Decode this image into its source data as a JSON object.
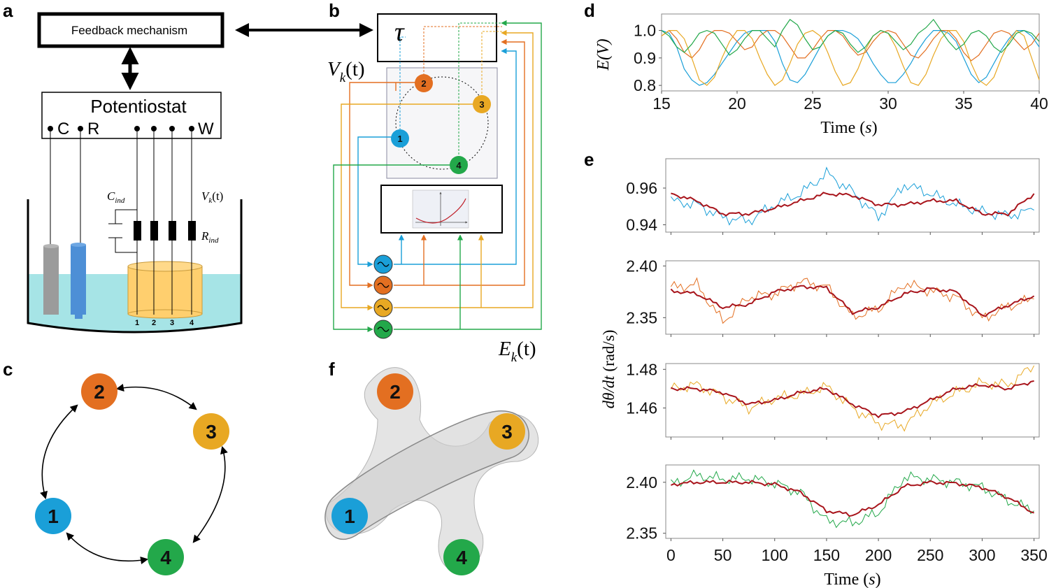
{
  "panel_labels": [
    "a",
    "b",
    "c",
    "d",
    "e",
    "f"
  ],
  "colors": {
    "node1": "#1a9fd8",
    "node2": "#e36f21",
    "node3": "#e8a823",
    "node4": "#23a84a",
    "avg": "#a8141b",
    "liquid": "#a6e4e6",
    "electrode": "#ffcf6e"
  },
  "nodes": [
    {
      "id": "1",
      "color": "#1a9fd8"
    },
    {
      "id": "2",
      "color": "#e36f21"
    },
    {
      "id": "3",
      "color": "#e8a823"
    },
    {
      "id": "4",
      "color": "#23a84a"
    }
  ],
  "panel_a": {
    "feedback_label": "Feedback mechanism",
    "potentiostat_label": "Potentiostat",
    "terminal_C": "C",
    "terminal_R": "R",
    "terminal_W": "W",
    "c_ind": "C",
    "c_ind_sub": "ind",
    "r_ind": "R",
    "r_ind_sub": "ind",
    "vk_main": "V",
    "vk_sub": "k",
    "vk_arg": "(t)",
    "wire_numbers": [
      "1",
      "2",
      "3",
      "4"
    ]
  },
  "panel_b": {
    "tau": "τ",
    "vk_main": "V",
    "vk_sub": "k",
    "vk_arg": "(t)",
    "ek_main": "E",
    "ek_sub": "k",
    "ek_arg": "(t)"
  },
  "chart_data": [
    {
      "type": "line",
      "panel": "d",
      "xlabel": "Time (s)",
      "ylabel": "E(V)",
      "xlim": [
        15,
        40
      ],
      "ylim": [
        0.78,
        1.06
      ],
      "xticks": [
        15,
        20,
        25,
        30,
        35,
        40
      ],
      "yticks": [
        0.8,
        0.9,
        1.0
      ],
      "series": [
        {
          "color": "#1a9fd8",
          "x": [
            15,
            15.5,
            16,
            16.5,
            17,
            17.5,
            18,
            18.5,
            19,
            19.5,
            20,
            20.5,
            21,
            21.5,
            22,
            22.5,
            23,
            23.5,
            24,
            24.5,
            25,
            25.5,
            26,
            26.5,
            27,
            27.5,
            28,
            28.5,
            29,
            29.5,
            30,
            30.5,
            31,
            31.5,
            32,
            32.5,
            33,
            33.5,
            34,
            34.5,
            35,
            35.5,
            36,
            36.5,
            37,
            37.5,
            38,
            38.5,
            39,
            39.5,
            40
          ],
          "y": [
            1.0,
            0.99,
            0.94,
            0.86,
            0.82,
            0.8,
            0.81,
            0.84,
            0.88,
            0.92,
            0.96,
            0.99,
            1.0,
            1.0,
            1.0,
            0.96,
            0.88,
            0.82,
            0.81,
            0.84,
            0.89,
            0.94,
            0.98,
            1.0,
            1.0,
            0.99,
            0.97,
            0.93,
            0.88,
            0.84,
            0.81,
            0.81,
            0.84,
            0.88,
            0.93,
            0.97,
            1.0,
            1.0,
            0.99,
            0.96,
            0.9,
            0.84,
            0.81,
            0.83,
            0.88,
            0.93,
            0.97,
            1.0,
            1.0,
            0.98,
            0.94
          ]
        },
        {
          "color": "#e36f21",
          "x": [
            15,
            15.5,
            16,
            16.5,
            17,
            17.5,
            18,
            18.5,
            19,
            19.5,
            20,
            20.5,
            21,
            21.5,
            22,
            22.5,
            23,
            23.5,
            24,
            24.5,
            25,
            25.5,
            26,
            26.5,
            27,
            27.5,
            28,
            28.5,
            29,
            29.5,
            30,
            30.5,
            31,
            31.5,
            32,
            32.5,
            33,
            33.5,
            34,
            34.5,
            35,
            35.5,
            36,
            36.5,
            37,
            37.5,
            38,
            38.5,
            39,
            39.5,
            40
          ],
          "y": [
            0.98,
            1.0,
            0.97,
            0.92,
            0.9,
            0.93,
            0.98,
            1.0,
            1.0,
            0.99,
            0.96,
            0.93,
            0.94,
            0.98,
            1.0,
            1.0,
            0.98,
            0.94,
            0.9,
            0.9,
            0.93,
            0.97,
            1.0,
            1.0,
            0.98,
            0.94,
            0.91,
            0.92,
            0.96,
            0.99,
            1.0,
            0.99,
            0.95,
            0.91,
            0.9,
            0.93,
            0.97,
            1.0,
            1.0,
            0.97,
            0.92,
            0.89,
            0.91,
            0.95,
            0.99,
            1.0,
            0.99,
            0.96,
            0.93,
            0.95,
            0.99
          ]
        },
        {
          "color": "#e8a823",
          "x": [
            15,
            15.5,
            16,
            16.5,
            17,
            17.5,
            18,
            18.5,
            19,
            19.5,
            20,
            20.5,
            21,
            21.5,
            22,
            22.5,
            23,
            23.5,
            24,
            24.5,
            25,
            25.5,
            26,
            26.5,
            27,
            27.5,
            28,
            28.5,
            29,
            29.5,
            30,
            30.5,
            31,
            31.5,
            32,
            32.5,
            33,
            33.5,
            34,
            34.5,
            35,
            35.5,
            36,
            36.5,
            37,
            37.5,
            38,
            38.5,
            39,
            39.5,
            40
          ],
          "y": [
            0.98,
            1.0,
            1.0,
            0.97,
            0.9,
            0.82,
            0.8,
            0.83,
            0.9,
            0.96,
            1.0,
            1.0,
            0.97,
            0.9,
            0.84,
            0.8,
            0.82,
            0.88,
            0.95,
            0.99,
            1.0,
            0.98,
            0.92,
            0.85,
            0.8,
            0.81,
            0.86,
            0.93,
            0.98,
            1.0,
            0.99,
            0.94,
            0.87,
            0.81,
            0.8,
            0.84,
            0.91,
            0.97,
            1.0,
            1.0,
            0.96,
            0.88,
            0.82,
            0.8,
            0.83,
            0.9,
            0.96,
            1.0,
            0.98,
            0.9,
            0.82
          ]
        },
        {
          "color": "#23a84a",
          "x": [
            15,
            15.5,
            16,
            16.5,
            17,
            17.5,
            18,
            18.5,
            19,
            19.5,
            20,
            20.5,
            21,
            21.5,
            22,
            22.5,
            23,
            23.5,
            24,
            24.5,
            25,
            25.5,
            26,
            26.5,
            27,
            27.5,
            28,
            28.5,
            29,
            29.5,
            30,
            30.5,
            31,
            31.5,
            32,
            32.5,
            33,
            33.5,
            34,
            34.5,
            35,
            35.5,
            36,
            36.5,
            37,
            37.5,
            38,
            38.5,
            39,
            39.5,
            40
          ],
          "y": [
            1.0,
            0.98,
            0.94,
            0.92,
            0.95,
            0.99,
            1.0,
            0.99,
            0.95,
            0.91,
            0.93,
            0.97,
            1.0,
            1.0,
            0.97,
            0.94,
            1.0,
            1.04,
            1.02,
            0.97,
            0.93,
            0.94,
            0.98,
            1.0,
            0.99,
            0.95,
            0.92,
            0.94,
            0.98,
            1.0,
            0.99,
            0.96,
            0.93,
            0.95,
            0.99,
            1.01,
            1.04,
            1.0,
            0.96,
            0.93,
            0.95,
            0.99,
            1.0,
            0.98,
            0.94,
            0.92,
            0.95,
            0.99,
            1.0,
            0.99,
            0.96
          ]
        }
      ]
    },
    {
      "type": "line",
      "panel": "e",
      "xlabel": "Time (s)",
      "ylabel": "dθ/dt (rad/s)",
      "xlim": [
        -5,
        355
      ],
      "xticks": [
        0,
        50,
        100,
        150,
        200,
        250,
        300,
        350
      ],
      "subplots": [
        {
          "ylim": [
            0.936,
            0.976
          ],
          "yticks": [
            0.94,
            0.96
          ],
          "ytick_labels": [
            "0.94",
            "0.96"
          ],
          "raw_color": "#1a9fd8",
          "avg_color": "#a8141b",
          "x": [
            0,
            25,
            50,
            75,
            100,
            125,
            150,
            175,
            200,
            225,
            250,
            275,
            300,
            325,
            350
          ],
          "avg": [
            0.957,
            0.953,
            0.946,
            0.946,
            0.949,
            0.953,
            0.957,
            0.956,
            0.951,
            0.951,
            0.953,
            0.953,
            0.946,
            0.946,
            0.957
          ],
          "raw": [
            0.953,
            0.951,
            0.944,
            0.942,
            0.951,
            0.957,
            0.968,
            0.958,
            0.944,
            0.962,
            0.957,
            0.951,
            0.947,
            0.945,
            0.948
          ]
        },
        {
          "ylim": [
            2.334,
            2.405
          ],
          "yticks": [
            2.35,
            2.4
          ],
          "ytick_labels": [
            "2.35",
            "2.40"
          ],
          "raw_color": "#e36f21",
          "avg_color": "#a8141b",
          "x": [
            0,
            25,
            50,
            75,
            100,
            125,
            150,
            175,
            200,
            225,
            250,
            275,
            300,
            325,
            350
          ],
          "avg": [
            2.376,
            2.373,
            2.36,
            2.363,
            2.375,
            2.38,
            2.379,
            2.355,
            2.36,
            2.373,
            2.378,
            2.375,
            2.352,
            2.362,
            2.371
          ],
          "raw": [
            2.379,
            2.382,
            2.346,
            2.37,
            2.373,
            2.385,
            2.38,
            2.351,
            2.358,
            2.383,
            2.376,
            2.37,
            2.349,
            2.361,
            2.368
          ]
        },
        {
          "ylim": [
            1.445,
            1.483
          ],
          "yticks": [
            1.46,
            1.48
          ],
          "ytick_labels": [
            "1.46",
            "1.48"
          ],
          "raw_color": "#e8a823",
          "avg_color": "#a8141b",
          "x": [
            0,
            25,
            50,
            75,
            100,
            125,
            150,
            175,
            200,
            225,
            250,
            275,
            300,
            325,
            350
          ],
          "avg": [
            1.47,
            1.47,
            1.468,
            1.462,
            1.464,
            1.468,
            1.47,
            1.462,
            1.456,
            1.458,
            1.464,
            1.47,
            1.472,
            1.47,
            1.474
          ],
          "raw": [
            1.47,
            1.472,
            1.466,
            1.46,
            1.465,
            1.467,
            1.471,
            1.46,
            1.452,
            1.451,
            1.462,
            1.468,
            1.473,
            1.472,
            1.482
          ]
        },
        {
          "ylim": [
            2.345,
            2.417
          ],
          "yticks": [
            2.35,
            2.4
          ],
          "ytick_labels": [
            "2.35",
            "2.40"
          ],
          "raw_color": "#23a84a",
          "avg_color": "#a8141b",
          "x": [
            0,
            25,
            50,
            75,
            100,
            125,
            150,
            175,
            200,
            225,
            250,
            275,
            300,
            325,
            350
          ],
          "avg": [
            2.398,
            2.4,
            2.4,
            2.4,
            2.398,
            2.39,
            2.372,
            2.368,
            2.378,
            2.396,
            2.4,
            2.399,
            2.395,
            2.385,
            2.37
          ],
          "raw": [
            2.398,
            2.407,
            2.403,
            2.404,
            2.399,
            2.39,
            2.362,
            2.36,
            2.37,
            2.405,
            2.403,
            2.4,
            2.395,
            2.382,
            2.372
          ]
        }
      ]
    }
  ]
}
